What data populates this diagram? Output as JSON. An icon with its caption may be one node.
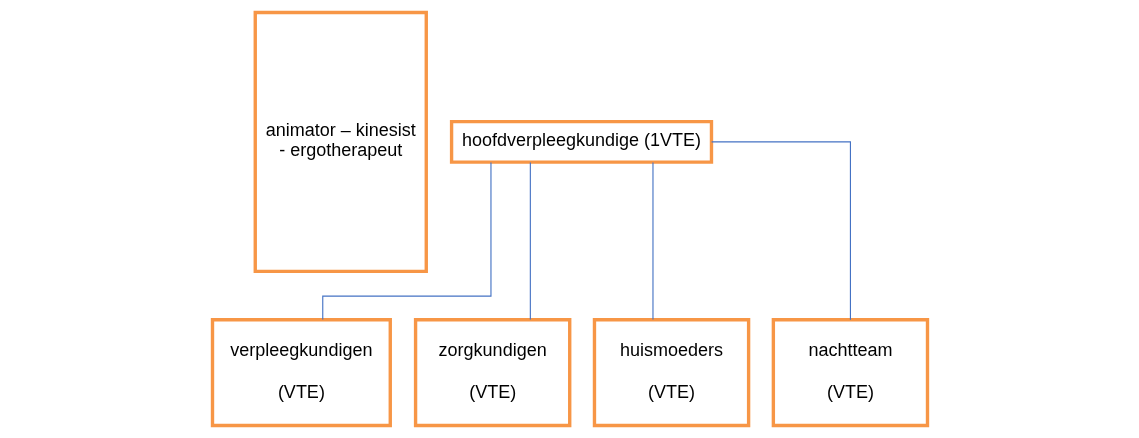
{
  "diagram": {
    "nodes": [
      {
        "text": [
          "animator – kinesist - ergotherapeut"
        ]
      },
      {
        "text": [
          "hoofdverpleegkundige (1VTE)"
        ]
      },
      {
        "text": [
          "verpleegkundigen",
          "(VTE)"
        ]
      },
      {
        "text": [
          "zorgkundigen",
          "(VTE)"
        ]
      },
      {
        "text": [
          "huismoeders",
          "(VTE)"
        ]
      },
      {
        "text": [
          "nachtteam",
          "(VTE)"
        ]
      }
    ],
    "edges": [
      {
        "from": 1,
        "to": 2,
        "arrow": "none"
      },
      {
        "from": 1,
        "to": 3,
        "arrow": "none"
      },
      {
        "from": 1,
        "to": 4,
        "arrow": "none"
      },
      {
        "from": 1,
        "to": 5,
        "arrow": "none"
      }
    ]
  }
}
